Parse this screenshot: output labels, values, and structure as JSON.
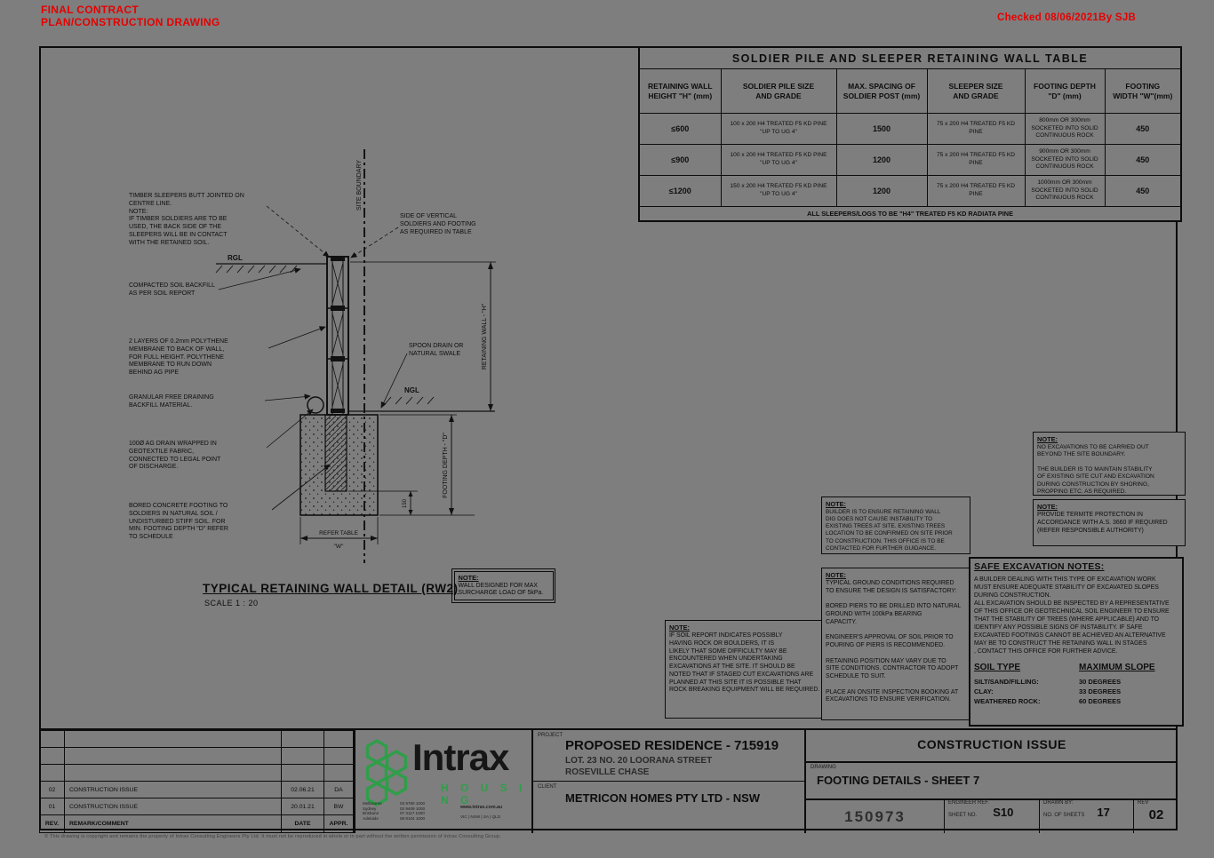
{
  "colors": {
    "paper": "#7e7e7e",
    "ink": "#0d0d0d",
    "red": "#e60000",
    "green": "#2f9e49"
  },
  "stamps": {
    "line1": "FINAL CONTRACT",
    "line2": "PLAN/CONSTRUCTION DRAWING",
    "checked": "Checked 08/06/2021By SJB"
  },
  "pile_table": {
    "title": "SOLDIER PILE AND SLEEPER RETAINING WALL TABLE",
    "headers": [
      "RETAINING WALL\nHEIGHT \"H\" (mm)",
      "SOLDIER PILE SIZE\nAND GRADE",
      "MAX. SPACING OF\nSOLDIER POST (mm)",
      "SLEEPER SIZE\nAND GRADE",
      "FOOTING DEPTH\n\"D\" (mm)",
      "FOOTING\nWIDTH \"W\"(mm)"
    ],
    "rows": [
      [
        "≤600",
        "100 x 200 H4 TREATED F5 KD PINE\n\"UP TO UG 4\"",
        "1500",
        "75 x 200 H4 TREATED F5 KD\nPINE",
        "800mm OR 300mm\nSOCKETED INTO SOLID\nCONTINUOUS ROCK",
        "450"
      ],
      [
        "≤900",
        "100 x 200 H4 TREATED F5 KD PINE\n\"UP TO UG 4\"",
        "1200",
        "75 x 200 H4 TREATED F5 KD\nPINE",
        "900mm OR 300mm\nSOCKETED INTO SOLID\nCONTINUOUS ROCK",
        "450"
      ],
      [
        "≤1200",
        "150 x 200 H4 TREATED F5 KD PINE\n\"UP TO UG 4\"",
        "1200",
        "75 x 200 H4 TREATED F5 KD\nPINE",
        "1000mm OR 300mm\nSOCKETED INTO SOLID\nCONTINUOUS ROCK",
        "450"
      ]
    ],
    "footer": "ALL SLEEPERS/LOGS TO BE \"H4\" TREATED F5 KD RADIATA PINE"
  },
  "detail": {
    "title": "TYPICAL RETAINING WALL DETAIL (RW2)",
    "scale": "SCALE 1 : 20",
    "site_boundary": "SITE BOUNDARY",
    "rgl": "RGL",
    "ngl": "NGL",
    "dim_wall": "RETAINING WALL - \"H\"",
    "dim_depth": "FOOTING DEPTH - \"D\"",
    "dim_150": "150",
    "dim_w1": "REFER TABLE",
    "dim_w2": "\"W\"",
    "labels": {
      "sleepers": "TIMBER SLEEPERS BUTT JOINTED ON\nCENTRE LINE.\nNOTE:\nIF TIMBER SOLDIERS ARE TO BE\nUSED, THE BACK SIDE OF THE\nSLEEPERS WILL BE IN CONTACT\nWITH THE RETAINED SOIL.",
      "backfill": "COMPACTED SOIL BACKFILL\nAS PER SOIL REPORT",
      "membrane": "2 LAYERS OF 0.2mm POLYTHENE\nMEMBRANE TO BACK OF WALL,\nFOR FULL HEIGHT. POLYTHENE\nMEMBRANE TO RUN DOWN\nBEHIND AG PIPE",
      "granular": "GRANULAR FREE DRAINING\nBACKFILL MATERIAL.",
      "agdrain": "100Ø AG DRAIN WRAPPED IN\nGEOTEXTILE FABRIC,\nCONNECTED TO LEGAL POINT\nOF DISCHARGE.",
      "footing": "BORED CONCRETE FOOTING TO\nSOLDIERS IN NATURAL SOIL /\nUNDISTURBED STIFF SOIL. FOR\nMIN. FOOTING DEPTH \"D\" REFER\nTO SCHEDULE",
      "soldier_edge": "SIDE OF VERTICAL\nSOLDIERS AND FOOTING\nAS REQUIRED IN TABLE",
      "spoon_drain": "SPOON DRAIN OR\nNATURAL SWALE"
    }
  },
  "notes": {
    "surcharge": {
      "title": "NOTE:",
      "body": "WALL DESIGNED FOR MAX\nSURCHARGE LOAD OF 5kPa."
    },
    "rock": {
      "title": "NOTE:",
      "body": "IF SOIL REPORT INDICATES POSSIBLY\nHAVING ROCK OR BOULDERS, IT IS\nLIKELY THAT SOME DIFFICULTY MAY BE\nENCOUNTERED WHEN UNDERTAKING\nEXCAVATIONS AT THE SITE. IT SHOULD BE\nNOTED THAT IF STAGED CUT EXCAVATIONS ARE\nPLANNED AT THIS SITE IT IS POSSIBLE THAT\nROCK BREAKING EQUIPMENT WILL BE REQUIRED."
    },
    "trees": {
      "title": "NOTE:",
      "body": "BUILDER IS TO ENSURE RETAINING WALL\nDIG DOES NOT CAUSE INSTABILITY TO\nEXISTING TREES AT SITE. EXISTING TREES\nLOCATION TO BE CONFIRMED ON SITE PRIOR\nTO CONSTRUCTION. THIS OFFICE IS TO BE\nCONTACTED FOR FURTHER GUIDANCE."
    },
    "ground": {
      "title": "NOTE:",
      "body": "TYPICAL GROUND CONDITIONS REQUIRED\nTO ENSURE THE DESIGN IS SATISFACTORY:\n\nBORED PIERS TO BE DRILLED INTO NATURAL\nGROUND WITH 100kPa BEARING\nCAPACITY.\n\nENGINEER'S APPROVAL OF SOIL PRIOR TO\nPOURING OF PIERS IS RECOMMENDED.\n\nRETAINING POSITION MAY VARY DUE TO\nSITE CONDITIONS. CONTRACTOR TO ADOPT\nSCHEDULE TO SUIT.\n\nPLACE AN ONSITE INSPECTION BOOKING AT\nEXCAVATIONS TO ENSURE VERIFICATION."
    },
    "boundary": {
      "title": "NOTE:",
      "body": "NO EXCAVATIONS TO BE CARRIED OUT\nBEYOND THE SITE BOUNDARY.\n\nTHE BUILDER IS TO MAINTAIN STABILITY\nOF EXISTING SITE CUT AND EXCAVATION\nDURING CONSTRUCTION BY SHORING,\nPROPPING ETC. AS REQUIRED."
    },
    "termite": {
      "title": "NOTE:",
      "body": "PROVIDE TERMITE PROTECTION IN\nACCORDANCE WITH A.S. 3660 IF REQUIRED\n(REFER RESPONSIBLE AUTHORITY)"
    }
  },
  "safe_excavation": {
    "title": "SAFE EXCAVATION NOTES:",
    "body": "A BUILDER DEALING WITH THIS TYPE OF EXCAVATION WORK\nMUST ENSURE ADEQUATE STABILITY OF EXCAVATED SLOPES\nDURING CONSTRUCTION.\nALL EXCAVATION SHOULD BE INSPECTED BY A REPRESENTATIVE\nOF THIS OFFICE OR GEOTECHNICAL SOIL ENGINEER TO ENSURE\nTHAT THE STABILITY OF TREES (WHERE APPLICABLE) AND TO\nIDENTIFY ANY POSSIBLE SIGNS OF INSTABILITY. IF SAFE\nEXCAVATED FOOTINGS CANNOT BE ACHIEVED AN ALTERNATIVE\nMAY BE TO CONSTRUCT THE RETAINING WALL IN STAGES\n, CONTACT THIS OFFICE FOR FURTHER ADVICE.",
    "col1": "SOIL TYPE",
    "col2": "MAXIMUM SLOPE",
    "rows": [
      [
        "SILT/SAND/FILLING:",
        "30 DEGREES"
      ],
      [
        "CLAY:",
        "33 DEGREES"
      ],
      [
        "WEATHERED ROCK:",
        "60 DEGREES"
      ]
    ]
  },
  "titleblock": {
    "revision": {
      "header": [
        "REV.",
        "REMARK/COMMENT",
        "DATE",
        "APPR."
      ],
      "rows": [
        [
          "02",
          "CONSTRUCTION ISSUE",
          "02.06.21",
          "DA"
        ],
        [
          "01",
          "CONSTRUCTION ISSUE",
          "20.01.21",
          "BW"
        ]
      ]
    },
    "logo": {
      "word": "Intrax",
      "sub": "H O U S I N G",
      "cities": "Melbourne\nSydney\nBrisbane\nAdelaide",
      "phones": "03 9780 1000\n02 9409 1000\n07 3117 1000\n08 8104 1000",
      "web": "www.intrax.com.au",
      "regions": "VIC | NSW | SA | QLD"
    },
    "project_label": "PROJECT",
    "project_title": "PROPOSED RESIDENCE - 715919",
    "project_addr1": "LOT. 23 NO. 20 LOORANA STREET",
    "project_addr2": "ROSEVILLE CHASE",
    "client_label": "CLIENT",
    "client": "METRICON HOMES PTY LTD - NSW",
    "issue": "CONSTRUCTION ISSUE",
    "drawing_label": "DRAWING",
    "drawing_title": "FOOTING DETAILS - SHEET 7",
    "job_no": "150973",
    "engineer_label": "ENGINEER REF.",
    "sheet_label": "SHEET NO.",
    "sheet_no": "S10",
    "drawn_label": "DRAWN BY:",
    "sheets_label": "NO. OF SHEETS",
    "sheets": "17",
    "rev_label": "REV",
    "rev": "02"
  },
  "footer": {
    "copyright": "© This drawing is copyright and remains the property of Intrax Consulting Engineers Pty Ltd. It must not be reproduced in whole or in part without the written permission of Intrax Consulting Group."
  }
}
